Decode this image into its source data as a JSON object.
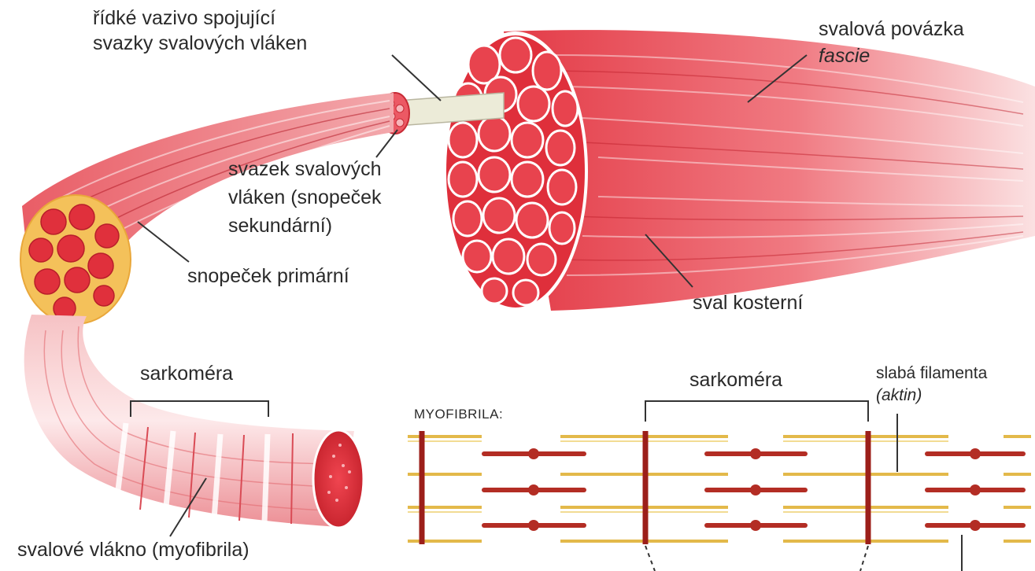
{
  "labels": {
    "loose_tissue_line1": "řídké vazivo spojující",
    "loose_tissue_line2": "svazky svalových vláken",
    "fascia_line1": "svalová povázka",
    "fascia_line2": "fascie",
    "secondary_bundle_line1": "svazek svalových",
    "secondary_bundle_line2": "vláken (snopeček",
    "secondary_bundle_line3": "sekundární)",
    "primary_bundle": "snopeček primární",
    "skeletal_muscle": "sval kosterní",
    "thin_filaments_line1": "slabá filamenta",
    "thin_filaments_line2": "(aktin)",
    "sarcomere_fiber": "sarkoméra",
    "sarcomere_myofibril": "sarkoméra",
    "myofibril_title": "MYOFIBRILA:",
    "muscle_fiber": "svalové vlákno (myofibrila)"
  },
  "colors": {
    "muscle_red": "#e0303c",
    "muscle_dark": "#b81e2a",
    "muscle_pink": "#f2a2a6",
    "fat_yellow": "#f4c15a",
    "tendon": "#ecebd8",
    "thick_filament": "#b32d24",
    "thin_filament": "#e3b94a",
    "z_line": "#9c1f1a",
    "leader_line": "#333333"
  }
}
